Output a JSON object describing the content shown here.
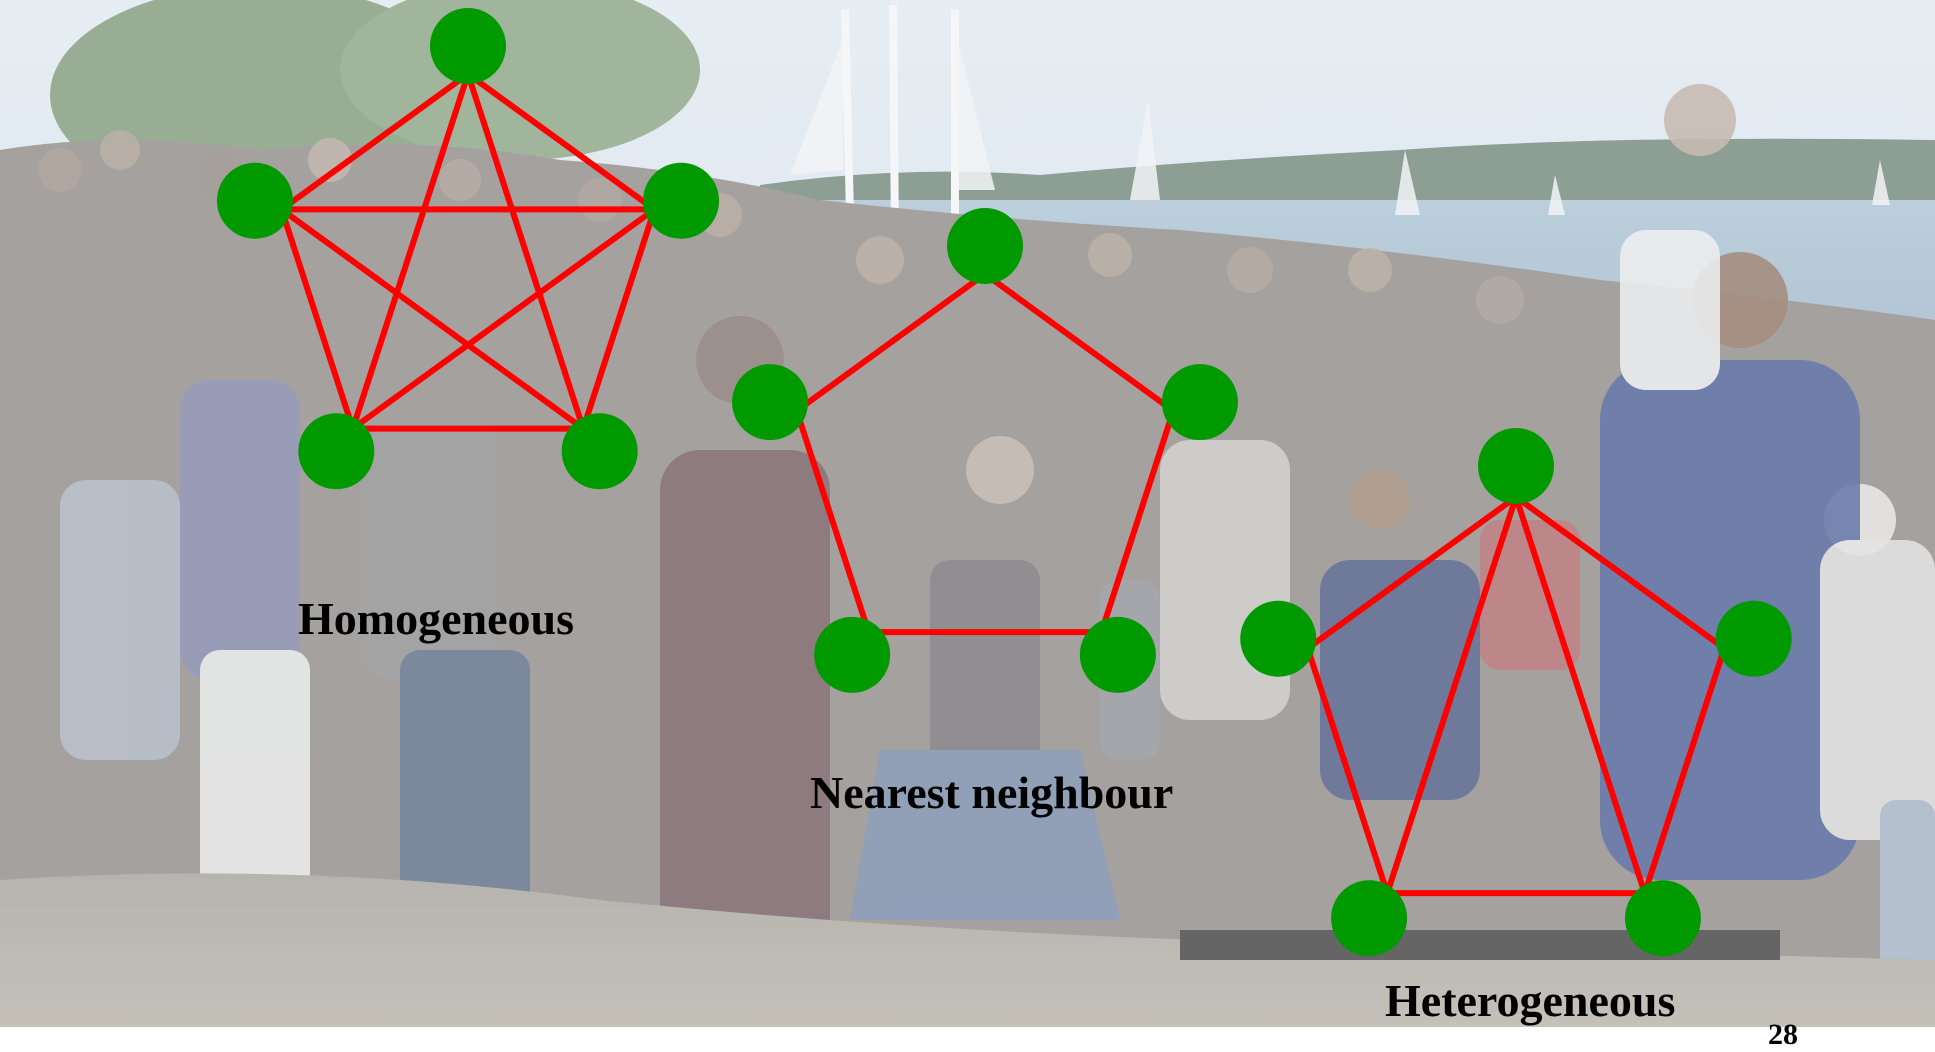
{
  "colors": {
    "edge": "#ff0000",
    "node": "#009900",
    "label": "#000000",
    "sky": "#cfdde9",
    "water": "#9fb8cc",
    "treeline": "#5f7a6a",
    "crowd": "#8e8a88",
    "ground": "#a7a49c"
  },
  "graphs": [
    {
      "label": "Homogeneous",
      "connectivity": "all-pairs",
      "node_count": 5
    },
    {
      "label": "Nearest neighbour",
      "connectivity": "ring",
      "node_count": 5
    },
    {
      "label": "Heterogeneous",
      "connectivity": "ring-plus-triangle",
      "node_count": 5
    }
  ],
  "page_number": "28"
}
